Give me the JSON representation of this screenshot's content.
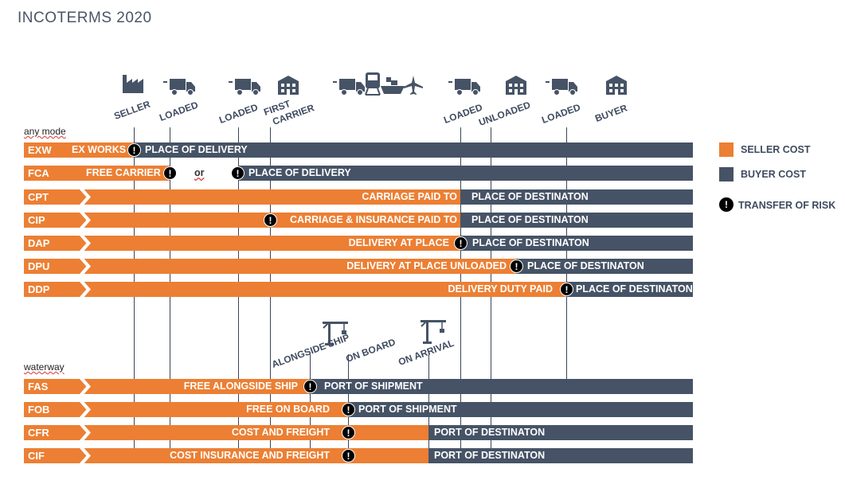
{
  "title": "INCOTERMS 2020",
  "sections": {
    "any_mode": "any mode",
    "waterway": "waterway"
  },
  "stages": {
    "seller": "SELLER",
    "loaded1": "LOADED",
    "loaded2": "LOADED",
    "first_carrier_1": "FIRST",
    "first_carrier_2": "CARRIER",
    "loaded3": "LOADED",
    "unloaded": "UNLOADED",
    "loaded4": "LOADED",
    "buyer": "BUYER",
    "alongside_ship": "ALONGSIDE SHIP",
    "on_board": "ON BOARD",
    "on_arrival": "ON ARRIVAL"
  },
  "risk_glyph": "!",
  "icons": [
    "factory-icon",
    "truck-icon",
    "truck-icon",
    "building-icon",
    "truck-icon",
    "train-icon",
    "ship-icon",
    "plane-icon",
    "truck-icon",
    "building-icon",
    "truck-icon",
    "building-icon",
    "crane-icon",
    "crane-icon"
  ],
  "rows": {
    "exw": {
      "code": "EXW",
      "seller_text": "EX WORKS",
      "buyer_text": "PLACE OF DELIVERY"
    },
    "fca": {
      "code": "FCA",
      "seller_text": "FREE CARRIER",
      "or_text": "or",
      "buyer_text": "PLACE OF DELIVERY"
    },
    "cpt": {
      "code": "CPT",
      "seller_text": "CARRIAGE PAID TO",
      "buyer_text": "PLACE OF DESTINATON"
    },
    "cip": {
      "code": "CIP",
      "seller_text": "CARRIAGE & INSURANCE PAID TO",
      "buyer_text": "PLACE OF DESTINATON"
    },
    "dap": {
      "code": "DAP",
      "seller_text": "DELIVERY AT PLACE",
      "buyer_text": "PLACE OF DESTINATON"
    },
    "dpu": {
      "code": "DPU",
      "seller_text": "DELIVERY AT PLACE UNLOADED",
      "buyer_text": "PLACE OF DESTINATON"
    },
    "ddp": {
      "code": "DDP",
      "seller_text": "DELIVERY DUTY PAID",
      "buyer_text": "PLACE OF DESTINATON"
    },
    "fas": {
      "code": "FAS",
      "seller_text": "FREE ALONGSIDE SHIP",
      "buyer_text": "PORT OF SHIPMENT"
    },
    "fob": {
      "code": "FOB",
      "seller_text": "FREE ON BOARD",
      "buyer_text": "PORT OF SHIPMENT"
    },
    "cfr": {
      "code": "CFR",
      "seller_text": "COST AND FREIGHT",
      "buyer_text": "PORT OF DESTINATON"
    },
    "cif": {
      "code": "CIF",
      "seller_text": "COST INSURANCE AND FREIGHT",
      "buyer_text": "PORT OF DESTINATON"
    }
  },
  "legend": {
    "seller_cost": "SELLER COST",
    "buyer_cost": "BUYER COST",
    "transfer_of_risk": "TRANSFER OF RISK"
  },
  "colors": {
    "seller": "#ec7f33",
    "buyer": "#465366",
    "risk": "#000000"
  }
}
